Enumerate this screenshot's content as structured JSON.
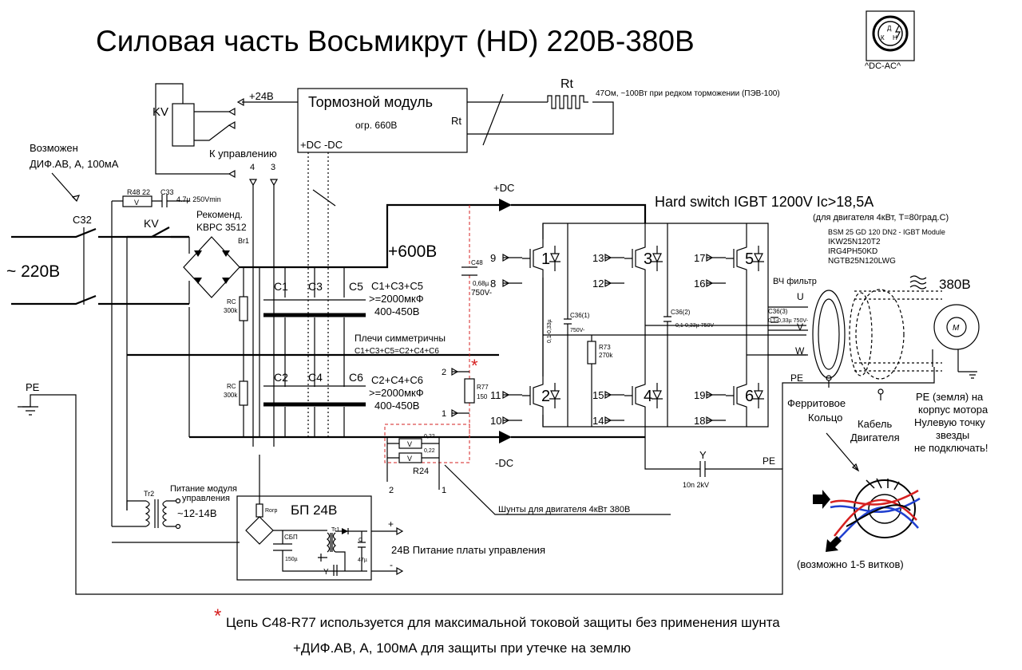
{
  "title": "Силовая часть Восьмикрут (HD) 220В-380В",
  "logo": {
    "caption": "^DC-AC^",
    "letters": [
      "Д",
      "К",
      "Н"
    ]
  },
  "brake": {
    "title": "Тормозной модуль",
    "limit": "огр. 660В",
    "rt_in": "Rt",
    "terms": "+DC  -DC",
    "plus24": "+24В",
    "rt_label": "Rt",
    "rt_note": "47Ом, ~100Вт при редком торможении (ПЭВ-100)"
  },
  "kv": {
    "label": "KV",
    "ctrl": "К управлению",
    "pin4": "4",
    "pin3": "3",
    "kv2": "KV"
  },
  "input": {
    "diff1": "Возможен",
    "diff2": "ДИФ.АВ, А, 100мА",
    "breaker": "С32",
    "mains": "~ 220В",
    "pe": "PE"
  },
  "rc_snub": {
    "r48": "R48 22",
    "v": "V",
    "c33": "С33",
    "c33val": "4.7µ 250Vmin"
  },
  "bridge": {
    "rec1": "Рекоменд.",
    "rec2": "KBPC 3512",
    "br1": "Br1"
  },
  "bus": {
    "v600": "+600В",
    "plus_dc": "+DC",
    "minus_dc": "-DC"
  },
  "caps": {
    "c1": "С1",
    "c3": "С3",
    "c5": "С5",
    "c2": "С2",
    "c4": "С4",
    "c6": "С6",
    "top1": "С1+С3+С5",
    "top2": ">=2000мкФ",
    "top3": "400-450В",
    "bot1": "С2+С4+С6",
    "bot2": ">=2000мкФ",
    "bot3": "400-450В",
    "sym1": "Плечи симметричны",
    "sym2": "С1+С3+С5=С2+С4+С6",
    "rc": "RC",
    "rcval": "300k"
  },
  "c48": {
    "name": "С48",
    "val1": "0,68µ",
    "val2": "750V-",
    "r77": "R77",
    "r77v": "150",
    "pin2": "2",
    "pin1": "1",
    "star": "*"
  },
  "shunt": {
    "r24": "R24",
    "v": "V",
    "val": "0,22",
    "pin2": "2",
    "pin1": "1",
    "note": "Шунты для двигателя 4кВт 380В"
  },
  "igbt": {
    "title": "Hard switch IGBT 1200V  Ic>18,5А",
    "sub": "(для двигателя 4кВт, Т=80град.С)",
    "modules": [
      "BSM 25 GD 120 DN2 - IGBT Module",
      "IKW25N120T2",
      "IRG4PH50KD",
      "NGTB25N120LWG"
    ],
    "nums": [
      "1",
      "2",
      "3",
      "4",
      "5",
      "6"
    ],
    "gates": [
      "9",
      "8",
      "13",
      "12",
      "17",
      "16",
      "11",
      "10",
      "15",
      "14",
      "19",
      "18"
    ]
  },
  "snubbers": {
    "c361": "С36(1)",
    "c362": "С36(2)",
    "c363": "С36(3)",
    "val_a": "0,1-0,33µ",
    "val_b": "750V-",
    "val_c": "0,1-0,33µ 750V-",
    "r73": "R73",
    "r73v": "270k"
  },
  "motor": {
    "filter": "ВЧ фильтр",
    "u": "U",
    "v": "V",
    "w": "W",
    "v380": "380В",
    "m": "M",
    "pe": "PE",
    "ferrite1": "Ферритовое",
    "ferrite2": "Кольцо",
    "cable1": "Кабель",
    "cable2": "Двигателя",
    "note1": "PE (земля) на",
    "note2": "корпус мотора",
    "note3": "Нулевую точку",
    "note4": "звезды",
    "note5": "не подключать!",
    "turns": "(возможно 1-5 витков)"
  },
  "ycap": {
    "y": "Y",
    "val": "10n 2kV",
    "pe": "PE"
  },
  "psu": {
    "title": "БП 24В",
    "tr2": "Tr2",
    "feed1": "Питание модуля",
    "feed2": "управления",
    "feed3": "~12-14В",
    "rorg": "Rогр",
    "sbp": "СБП",
    "c150": "150µ",
    "tr1": "Tr1",
    "c": "С",
    "c47": "47µ",
    "y": "Y",
    "plus": "+",
    "minus": "-",
    "out": "24В  Питание платы управления"
  },
  "footer": {
    "star": "*",
    "line1": "Цепь С48-R77 используется для максимальной токовой защиты без применения шунта",
    "line2": "+ДИФ.АВ, А, 100мА для защиты при утечке на землю"
  },
  "colors": {
    "ink": "#000000",
    "accent_red": "#d62020",
    "wire_blue": "#2040d0"
  }
}
